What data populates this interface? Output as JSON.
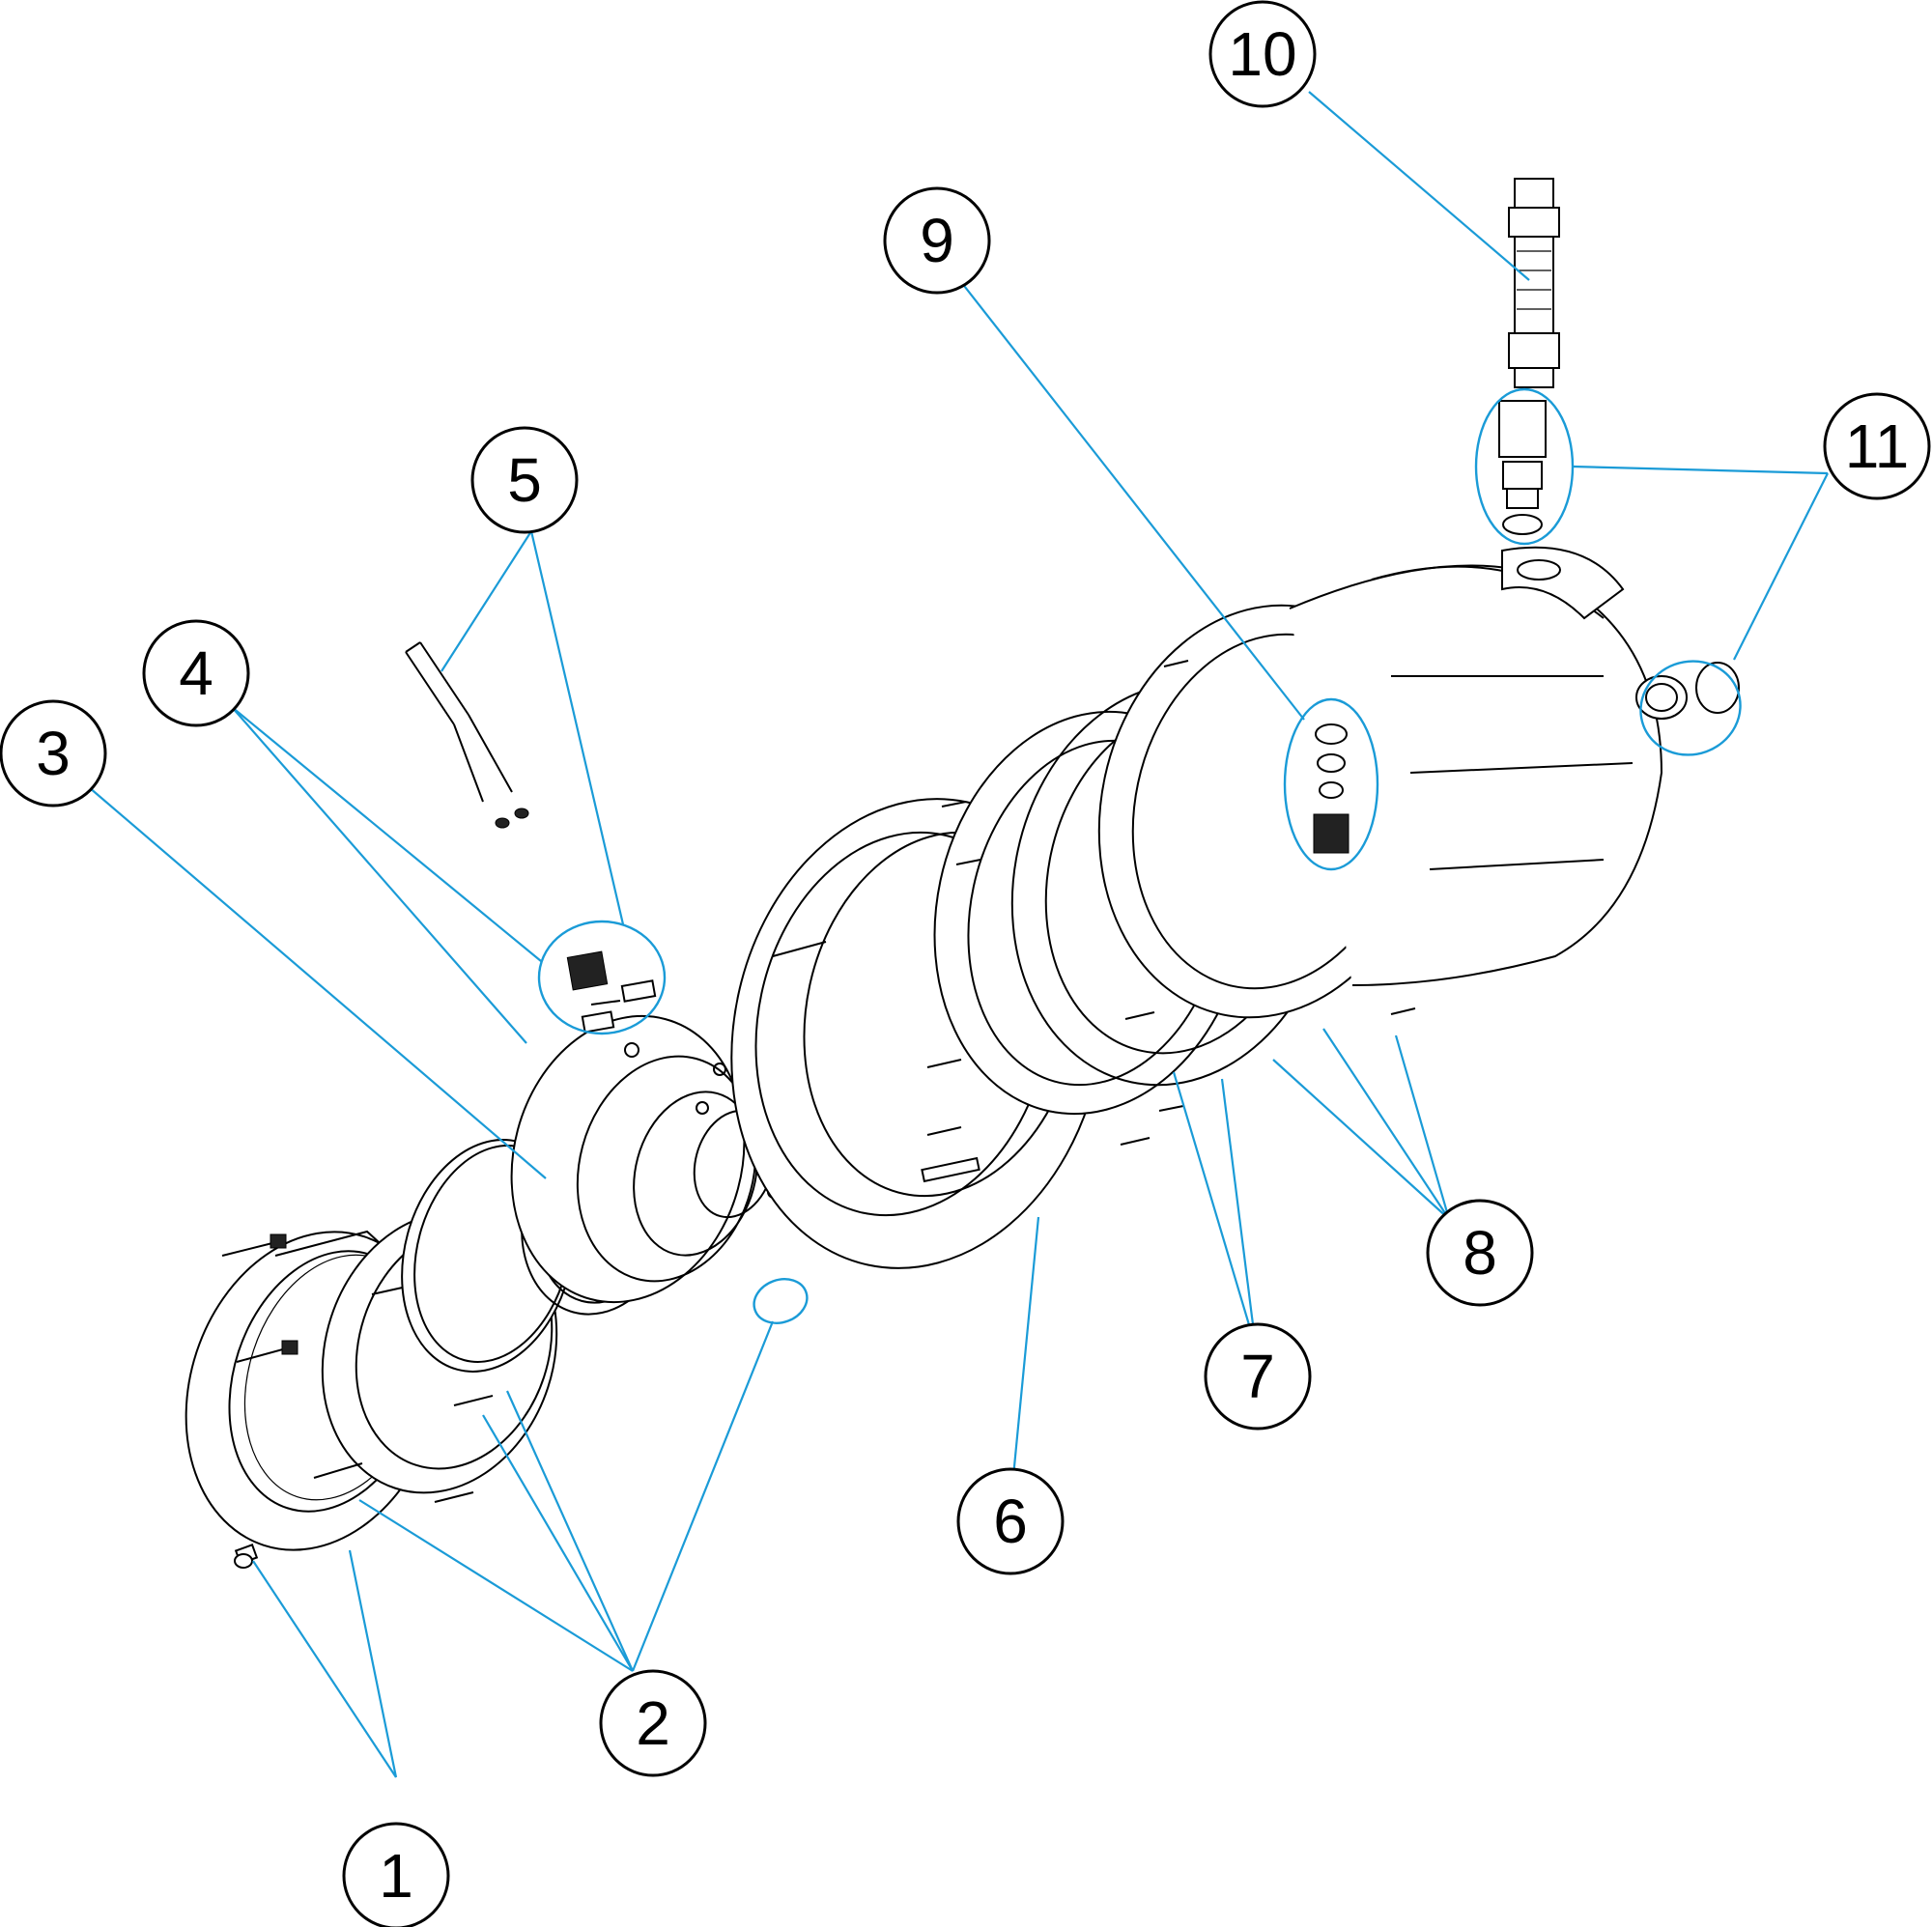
{
  "callouts": [
    {
      "id": "1",
      "label": "1"
    },
    {
      "id": "2",
      "label": "2"
    },
    {
      "id": "3",
      "label": "3"
    },
    {
      "id": "4",
      "label": "4"
    },
    {
      "id": "5",
      "label": "5"
    },
    {
      "id": "6",
      "label": "6"
    },
    {
      "id": "7",
      "label": "7"
    },
    {
      "id": "8",
      "label": "8"
    },
    {
      "id": "9",
      "label": "9"
    },
    {
      "id": "10",
      "label": "10"
    },
    {
      "id": "11",
      "label": "11"
    }
  ],
  "colors": {
    "leader": "#1a9bd7",
    "outline": "#000000",
    "background": "#ffffff"
  }
}
